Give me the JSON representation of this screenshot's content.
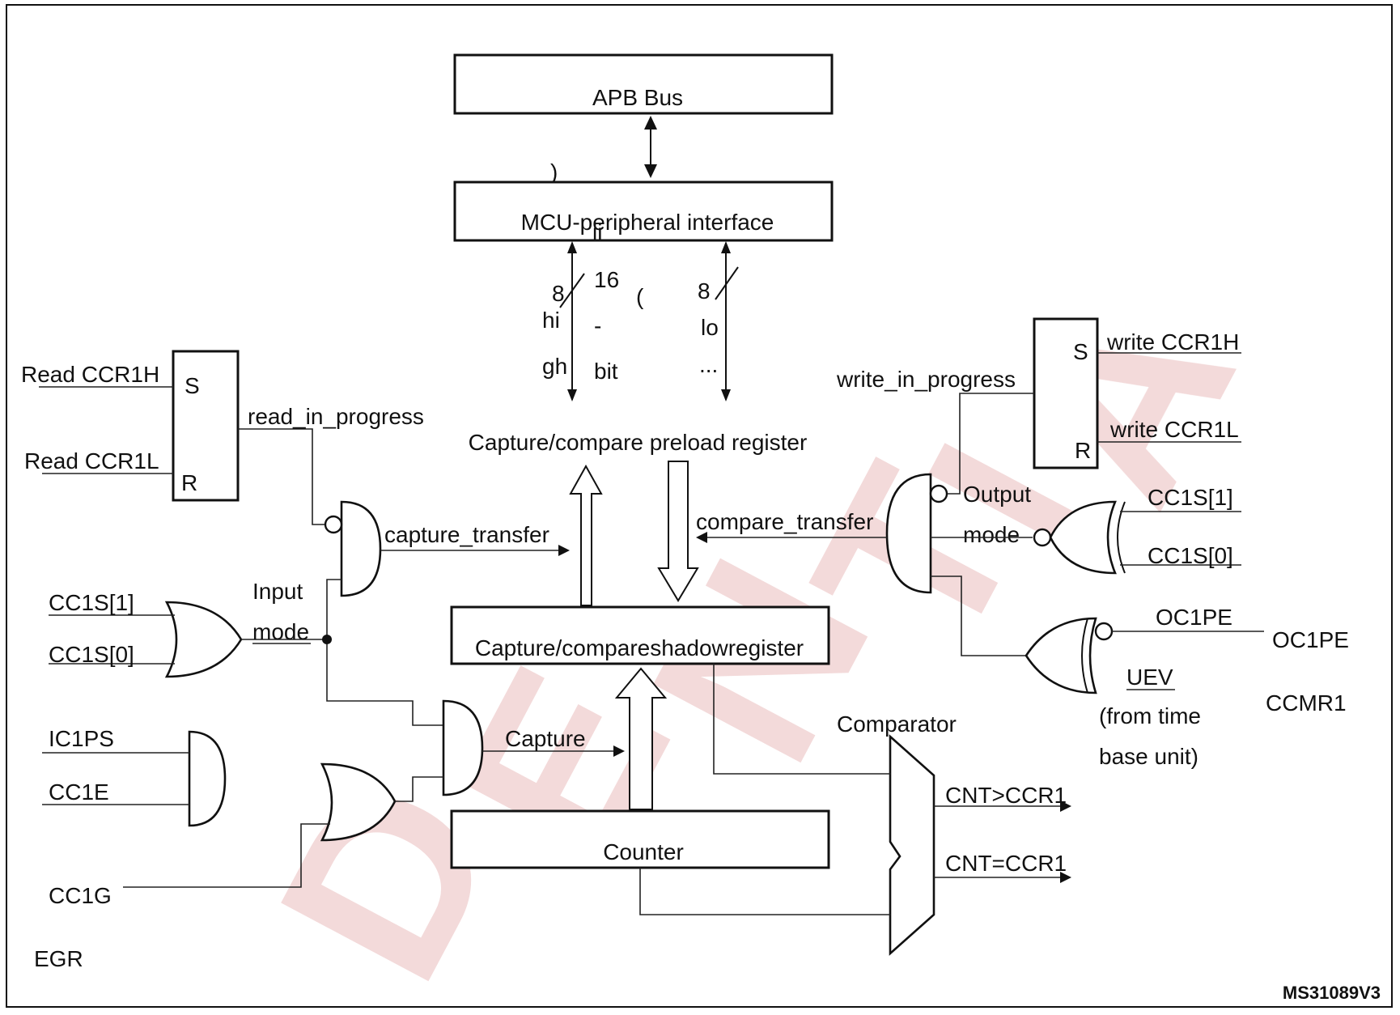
{
  "blocks": {
    "apb_bus": "APB Bus",
    "mcu_interface": "MCU-peripheral interface",
    "preload_register": "Capture/compare preload register",
    "shadow_register": "Capture/compareshadowregister",
    "counter": "Counter",
    "comparator": "Comparator"
  },
  "bus_labels": {
    "paren_close": ")",
    "ii": "ii",
    "sixteen": "16",
    "paren_open": "(",
    "dash": "-",
    "bit": "bit",
    "eight_left": "8",
    "hi": "hi",
    "gh": "gh",
    "eight_right": "8",
    "lo": "lo",
    "ellipsis": "..."
  },
  "read_latch": {
    "input_s": "Read CCR1H",
    "input_r": "Read CCR1L",
    "pin_s": "S",
    "pin_r": "R",
    "output": "read_in_progress"
  },
  "write_latch": {
    "input_s": "write CCR1H",
    "input_r": "write CCR1L",
    "pin_s": "S",
    "pin_r": "R",
    "output": "write_in_progress"
  },
  "signals": {
    "capture_transfer": "capture_transfer",
    "compare_transfer": "compare_transfer",
    "input": "Input",
    "mode_in": "mode",
    "output": "Output",
    "mode_out": "mode",
    "capture": "Capture",
    "cc1s1_left": "CC1S[1]",
    "cc1s0_left": "CC1S[0]",
    "cc1s1_right": "CC1S[1]",
    "cc1s0_right": "CC1S[0]",
    "ic1ps": "IC1PS",
    "cc1e": "CC1E",
    "cc1g": "CC1G",
    "egr": "EGR",
    "oc1pe_in": "OC1PE",
    "oc1pe_reg": "OC1PE",
    "uev": "UEV",
    "from_time": "(from time",
    "base_unit": "base unit)",
    "ccmr1": "CCMR1",
    "cnt_gt": "CNT>CCR1",
    "cnt_eq": "CNT=CCR1"
  },
  "footer": {
    "code": "MS31089V3"
  }
}
